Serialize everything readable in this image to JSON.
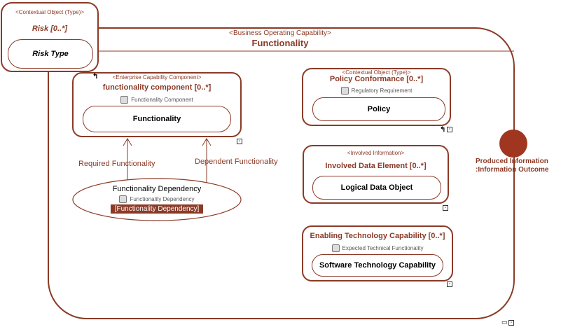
{
  "outer": {
    "stereotype": "<Business Operating Capability>",
    "title": "Functionality"
  },
  "risk": {
    "stereotype": "<Contextual Object (Type)>",
    "title": "Risk [0..*]",
    "inner": "Risk Type"
  },
  "component": {
    "stereotype": "<Enterprise Capability Component>",
    "title": "functionality component [0..*]",
    "type": "Functionality Component",
    "inner": "Functionality"
  },
  "policy": {
    "stereotype": "<Contextual Object (Type)>",
    "title": "Policy Conformance [0..*]",
    "type": "Regulatory Requirement",
    "inner": "Policy"
  },
  "involved": {
    "stereotype": "<Involved Information>",
    "title": "Involved Data Element [0..*]",
    "inner": "Logical Data Object"
  },
  "enabling": {
    "title": "Enabling Technology Capability [0..*]",
    "type": "Expected Technical Functionality",
    "inner": "Software Technology Capability"
  },
  "dependency": {
    "title": "Functionality Dependency",
    "type": "Functionality Dependency",
    "tag": "[Functionality Dependency]"
  },
  "connectors": {
    "required": "Required Functionality",
    "dependent": "Dependent Functionality"
  },
  "port": {
    "line1": "Produced Information",
    "line2": ":Information Outcome"
  },
  "colors": {
    "accent": "#8b3a26",
    "port_fill": "#a0361f"
  }
}
